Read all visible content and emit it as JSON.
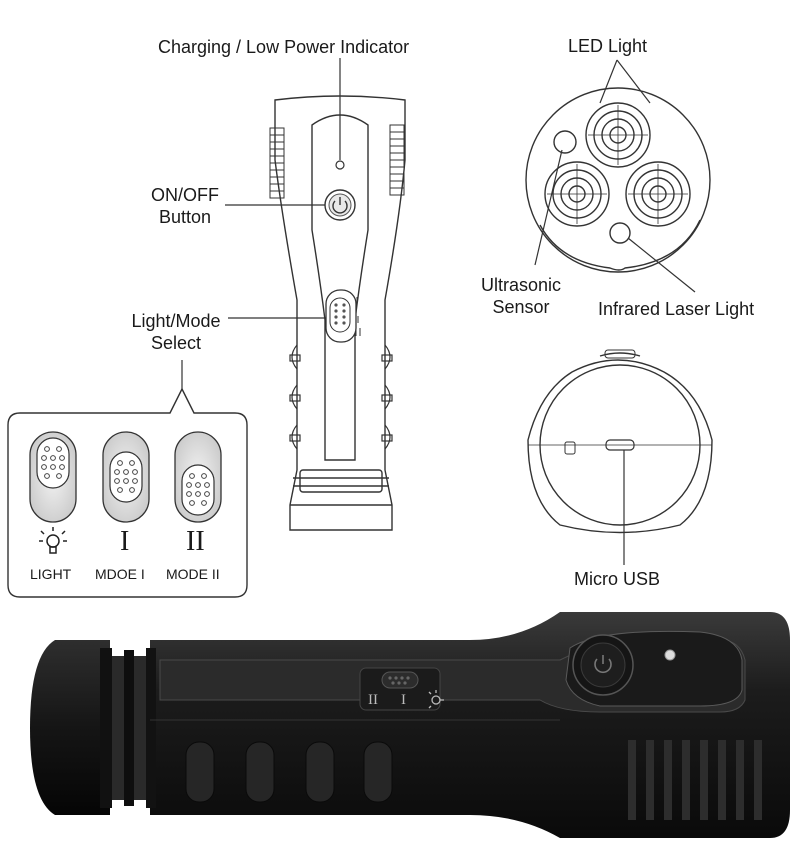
{
  "labels": {
    "charging_indicator": "Charging / Low Power Indicator",
    "on_off_line1": "ON/OFF",
    "on_off_line2": "Button",
    "light_mode_line1": "Light/Mode",
    "light_mode_line2": "Select",
    "led_light": "LED Light",
    "ultrasonic_line1": "Ultrasonic",
    "ultrasonic_line2": "Sensor",
    "infrared_laser": "Infrared Laser Light",
    "micro_usb": "Micro USB"
  },
  "mode_select": {
    "options": [
      {
        "caption": "LIGHT",
        "symbol": ""
      },
      {
        "caption": "MDOE I",
        "symbol": "I"
      },
      {
        "caption": "MODE II",
        "symbol": "II"
      }
    ]
  },
  "photo_switch_marks": [
    "II",
    "I"
  ]
}
